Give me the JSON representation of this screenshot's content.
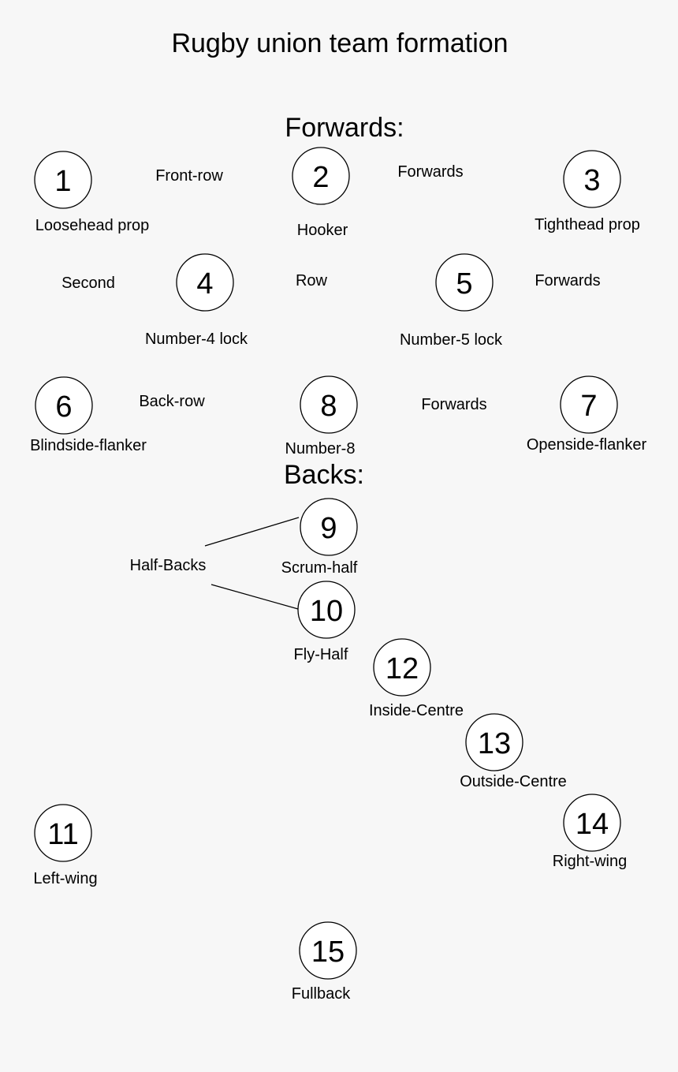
{
  "title": "Rugby union team formation",
  "sections": {
    "forwards": "Forwards:",
    "backs": "Backs:"
  },
  "group_labels": {
    "front_row_1": "Front-row",
    "front_row_2": "Forwards",
    "second_row_1": "Second",
    "second_row_2": "Row",
    "second_row_3": "Forwards",
    "back_row_1": "Back-row",
    "back_row_2": "Forwards",
    "half_backs": "Half-Backs"
  },
  "players": [
    {
      "number": "1",
      "position": "Loosehead prop"
    },
    {
      "number": "2",
      "position": "Hooker"
    },
    {
      "number": "3",
      "position": "Tighthead prop"
    },
    {
      "number": "4",
      "position": "Number-4 lock"
    },
    {
      "number": "5",
      "position": "Number-5 lock"
    },
    {
      "number": "6",
      "position": "Blindside-flanker"
    },
    {
      "number": "8",
      "position": "Number-8"
    },
    {
      "number": "7",
      "position": "Openside-flanker"
    },
    {
      "number": "9",
      "position": "Scrum-half"
    },
    {
      "number": "10",
      "position": "Fly-Half"
    },
    {
      "number": "12",
      "position": "Inside-Centre"
    },
    {
      "number": "13",
      "position": "Outside-Centre"
    },
    {
      "number": "11",
      "position": "Left-wing"
    },
    {
      "number": "14",
      "position": "Right-wing"
    },
    {
      "number": "15",
      "position": "Fullback"
    }
  ]
}
